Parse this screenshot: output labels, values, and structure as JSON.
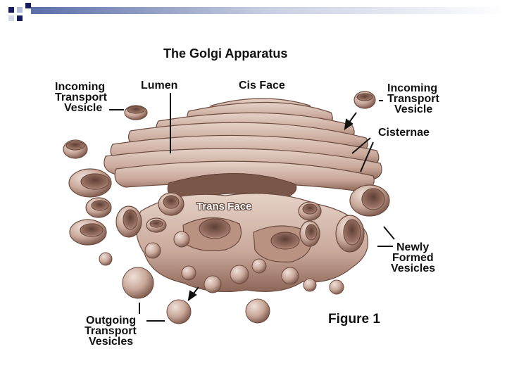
{
  "colors": {
    "organelle_fill": "#c9a89a",
    "organelle_light": "#e6d2c8",
    "organelle_dark": "#7a5649",
    "corner_navy": "#1a1a5e",
    "corner_gradient_start": "#5b6fa8"
  },
  "diagram": {
    "title": "The Golgi Apparatus",
    "figure_label": "Figure 1",
    "labels": {
      "lumen": "Lumen",
      "cis_face": "Cis Face",
      "trans_face": "Trans Face",
      "cisternae": "Cisternae",
      "incoming_left": [
        "Incoming",
        "Transport",
        "Vesicle"
      ],
      "incoming_right": [
        "Incoming",
        "Transport",
        "Vesicle"
      ],
      "newly_formed": [
        "Newly",
        "Formed",
        "Vesicles"
      ],
      "outgoing": [
        "Outgoing",
        "Transport",
        "Vesicles"
      ]
    }
  }
}
